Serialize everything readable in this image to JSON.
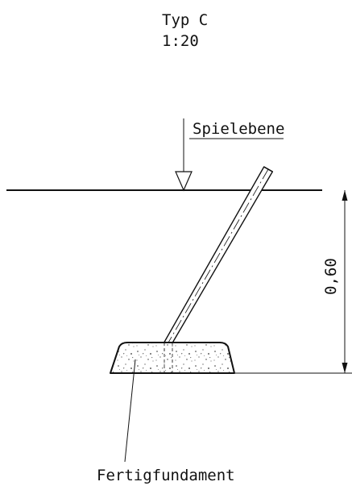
{
  "title": {
    "type_label": "Typ C",
    "scale": "1:20"
  },
  "annotations": {
    "level_marker": "Spielebene",
    "depth_dimension": "0,60",
    "foundation": "Fertigfundament"
  }
}
